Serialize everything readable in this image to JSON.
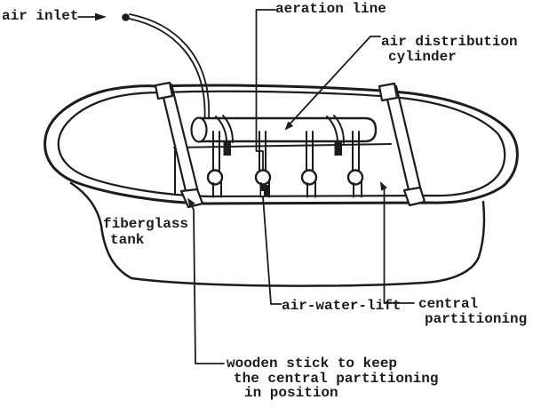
{
  "diagram": {
    "colors": {
      "ink": "#1c1c1c",
      "paper": "#ffffff"
    },
    "labels": {
      "air_inlet": "air inlet",
      "aeration_line": "aeration line",
      "air_distribution": "air distribution",
      "air_distribution_2": "cylinder",
      "fiberglass": "fiberglass",
      "fiberglass_2": "tank",
      "air_water_lift": "air-water-lift",
      "central": "central",
      "central_2": "partitioning",
      "wooden_stick_1": "wooden stick to keep",
      "wooden_stick_2": "the central partitioning",
      "wooden_stick_3": "in position"
    }
  }
}
